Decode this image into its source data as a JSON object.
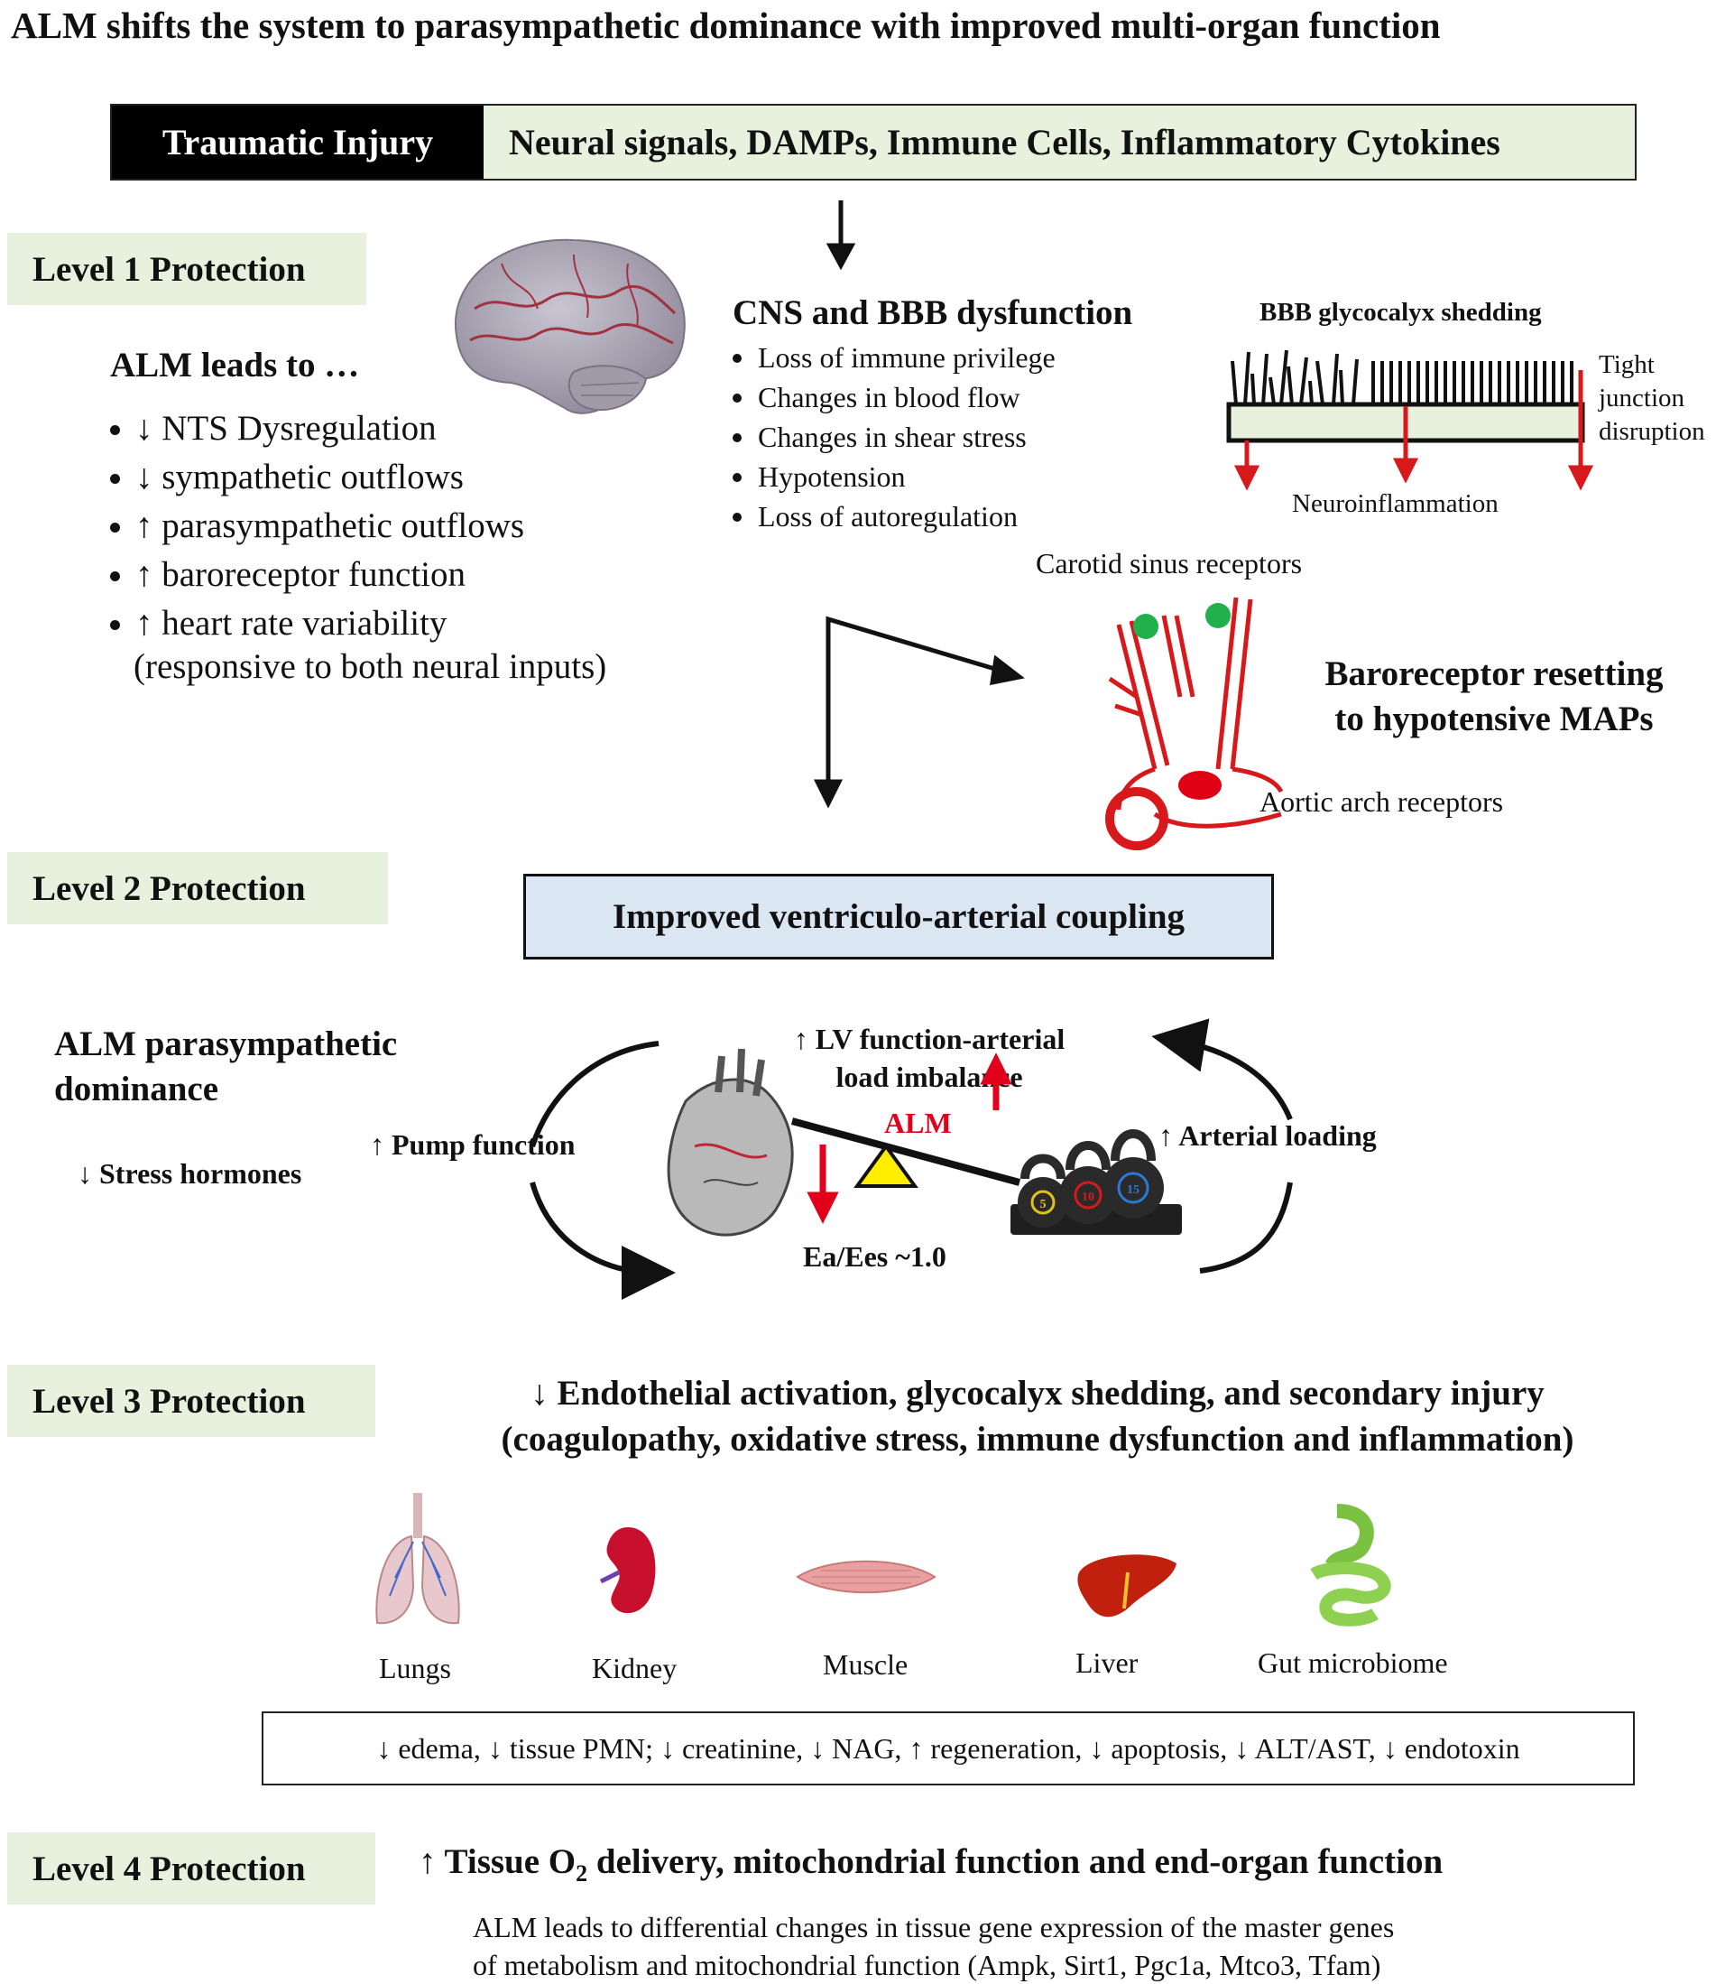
{
  "title": "ALM shifts the system to parasympathetic dominance with improved multi-organ function",
  "injury_bar": {
    "label": "Traumatic Injury",
    "signals": "Neural signals, DAMPs, Immune Cells, Inflammatory Cytokines"
  },
  "level1": {
    "label": "Level 1 Protection",
    "alm_heading": "ALM leads to …",
    "items": [
      "↓ NTS Dysregulation",
      "↓ sympathetic outflows",
      "↑ parasympathetic outflows",
      "↑ baroreceptor function",
      "↑ heart rate variability"
    ],
    "note": "(responsive to both neural inputs)",
    "cns_heading": "CNS and BBB dysfunction",
    "cns_items": [
      "Loss of immune privilege",
      "Changes in blood flow",
      "Changes in shear stress",
      "Hypotension",
      "Loss of autoregulation"
    ],
    "bbb_title": "BBB glycocalyx shedding",
    "tight_junction": [
      "Tight",
      "junction",
      "disruption"
    ],
    "neuroinflammation": "Neuroinflammation",
    "carotid": "Carotid sinus receptors",
    "baroreceptor_resetting": [
      "Baroreceptor resetting",
      "to hypotensive MAPs"
    ],
    "aortic": "Aortic arch receptors"
  },
  "level2": {
    "label": "Level 2 Protection",
    "coupling": "Improved ventriculo-arterial coupling",
    "alm_dominance": [
      "ALM parasympathetic",
      "dominance"
    ],
    "stress": "↓ Stress hormones",
    "pump": "↑ Pump function",
    "lv": [
      "↑ LV function-arterial",
      "load imbalance"
    ],
    "alm_red": "ALM",
    "ratio": "Ea/Ees ~1.0",
    "arterial": "↑ Arterial loading",
    "weights": [
      "5",
      "10",
      "15"
    ]
  },
  "level3": {
    "label": "Level 3 Protection",
    "endothelial": [
      "↓ Endothelial activation, glycocalyx shedding, and secondary injury",
      "(coagulopathy, oxidative stress, immune dysfunction and inflammation)"
    ],
    "organs": [
      "Lungs",
      "Kidney",
      "Muscle",
      "Liver",
      "Gut microbiome"
    ],
    "markers": "↓ edema, ↓ tissue PMN; ↓ creatinine, ↓ NAG, ↑ regeneration, ↓ apoptosis, ↓ ALT/AST, ↓ endotoxin"
  },
  "level4": {
    "label": "Level 4 Protection",
    "tissue_pre": "↑ Tissue O",
    "tissue_sub": "2",
    "tissue_post": " delivery, mitochondrial function and end-organ function",
    "gene_lines": [
      "ALM leads to differential changes in tissue gene expression of the master genes",
      "of metabolism and mitochondrial function (Ampk, Sirt1, Pgc1a, Mtco3, Tfam)"
    ]
  },
  "colors": {
    "level_bg": "#e8f1de",
    "coupling_bg": "#dbe6f3",
    "red": "#e0001a",
    "black": "#000000"
  }
}
